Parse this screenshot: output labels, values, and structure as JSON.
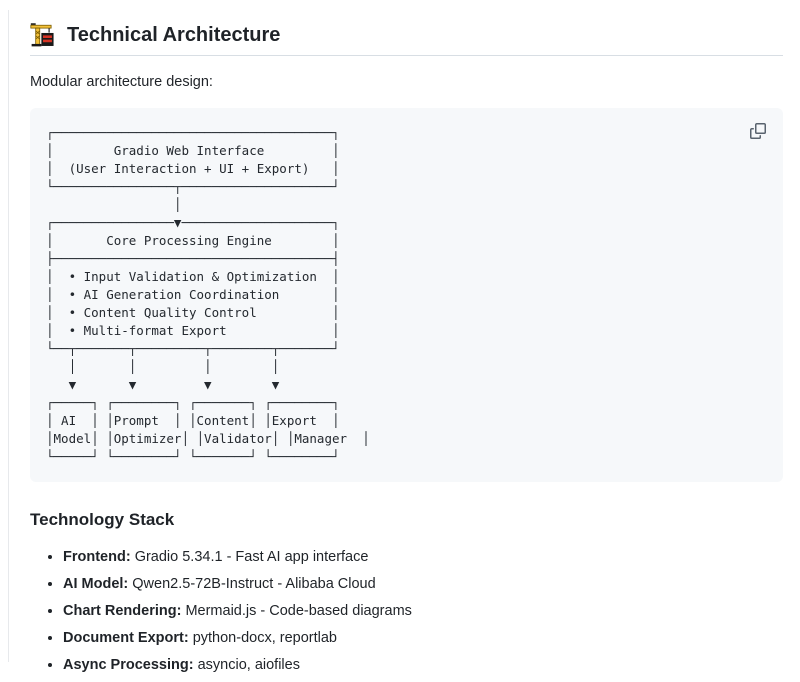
{
  "header": {
    "title": "Technical Architecture",
    "icon": "building-construction-crane"
  },
  "intro": "Modular architecture design:",
  "code_block": {
    "copy_icon": "copy",
    "ascii": [
      "┌─────────────────────────────────────┐",
      "│        Gradio Web Interface         │",
      "│  (User Interaction + UI + Export)   │",
      "└────────────────┬────────────────────┘",
      "                 │",
      "┌────────────────▼────────────────────┐",
      "│       Core Processing Engine        │",
      "├─────────────────────────────────────┤",
      "│  • Input Validation & Optimization  │",
      "│  • AI Generation Coordination       │",
      "│  • Content Quality Control          │",
      "│  • Multi-format Export              │",
      "└──┬───────┬─────────┬────────┬───────┘",
      "   │       │         │        │",
      "   ▼       ▼         ▼        ▼",
      "┌─────┐ ┌────────┐ ┌───────┐ ┌────────┐",
      "│ AI  │ │Prompt  │ │Content│ │Export  │",
      "│Model│ │Optimizer│ │Validator│ │Manager  │",
      "└─────┘ └────────┘ └───────┘ └────────┘"
    ]
  },
  "tech_stack": {
    "title": "Technology Stack",
    "items": [
      {
        "label": "Frontend:",
        "desc": "Gradio 5.34.1 - Fast AI app interface"
      },
      {
        "label": "AI Model:",
        "desc": "Qwen2.5-72B-Instruct - Alibaba Cloud"
      },
      {
        "label": "Chart Rendering:",
        "desc": "Mermaid.js - Code-based diagrams"
      },
      {
        "label": "Document Export:",
        "desc": "python-docx, reportlab"
      },
      {
        "label": "Async Processing:",
        "desc": "asyncio, aiofiles"
      }
    ]
  },
  "colors": {
    "code_block_bg": "#f6f8fa",
    "heading_border": "#d8dee4",
    "text": "#1f2328",
    "copy_icon": "#59636e"
  }
}
